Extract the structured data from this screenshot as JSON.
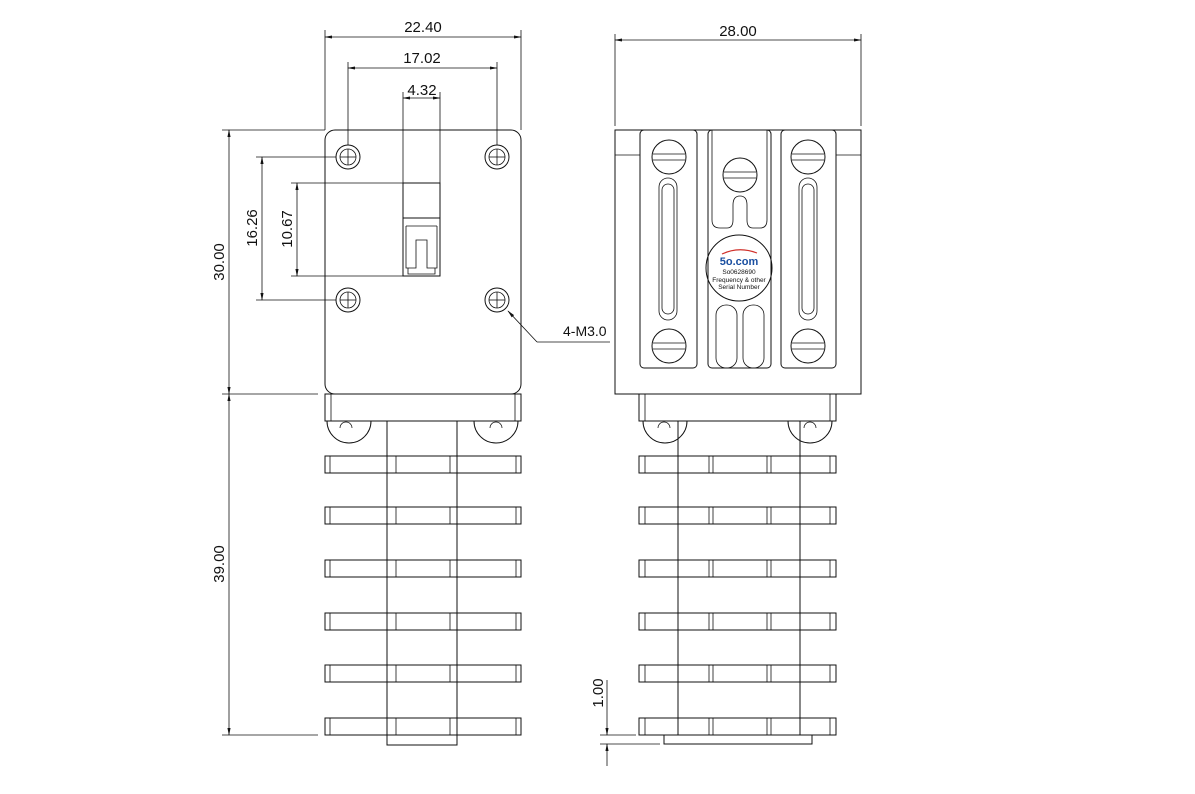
{
  "dimensions": {
    "front_width": "22.40",
    "hole_spacing_x": "17.02",
    "port_width": "4.32",
    "hole_spacing_y": "16.26",
    "port_height": "10.67",
    "body_height": "30.00",
    "fin_height": "39.00",
    "side_width": "28.00",
    "base_gap": "1.00",
    "hole_callout": "4-M3.0"
  },
  "label": {
    "brand": "5o.com",
    "part_number": "So0628690",
    "line_frequency": "Frequency & other",
    "line_serial": "Serial Number",
    "brand_color": "#1a4fa0",
    "accent_color": "#d0302a"
  }
}
